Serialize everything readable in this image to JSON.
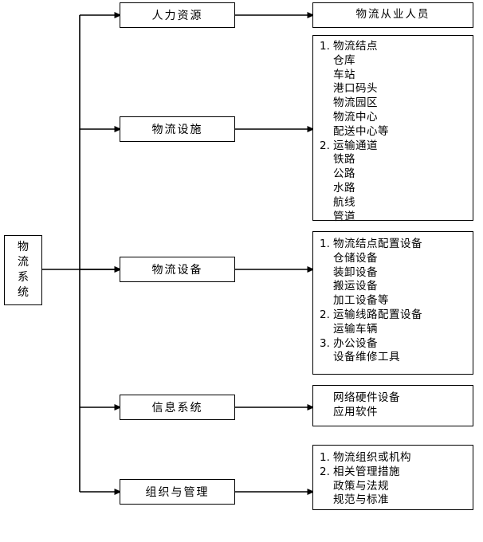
{
  "diagram": {
    "title": "物流系统",
    "root": {
      "label": "物流系统",
      "vertical_text": "物\n流\n系\n统"
    },
    "categories": [
      {
        "id": "human-resources",
        "label": "人力资源"
      },
      {
        "id": "logistics-facilities",
        "label": "物流设施"
      },
      {
        "id": "logistics-equipment",
        "label": "物流设备"
      },
      {
        "id": "information-system",
        "label": "信息系统"
      },
      {
        "id": "organization-management",
        "label": "组织与管理"
      }
    ],
    "details": {
      "human_resources": {
        "lines": [
          {
            "type": "plain",
            "text": "物流从业人员"
          }
        ]
      },
      "logistics_facilities": {
        "lines": [
          {
            "type": "numbered",
            "num": "1.",
            "text": "物流结点"
          },
          {
            "type": "sub",
            "text": "仓库"
          },
          {
            "type": "sub",
            "text": "车站"
          },
          {
            "type": "sub",
            "text": "港口码头"
          },
          {
            "type": "sub",
            "text": "物流园区"
          },
          {
            "type": "sub",
            "text": "物流中心"
          },
          {
            "type": "sub",
            "text": "配送中心等"
          },
          {
            "type": "numbered",
            "num": "2.",
            "text": "运输通道"
          },
          {
            "type": "sub",
            "text": "铁路"
          },
          {
            "type": "sub",
            "text": "公路"
          },
          {
            "type": "sub",
            "text": "水路"
          },
          {
            "type": "sub",
            "text": "航线"
          },
          {
            "type": "sub",
            "text": "管道"
          }
        ]
      },
      "logistics_equipment": {
        "lines": [
          {
            "type": "numbered",
            "num": "1.",
            "text": "物流结点配置设备"
          },
          {
            "type": "sub",
            "text": "仓储设备"
          },
          {
            "type": "sub",
            "text": "装卸设备"
          },
          {
            "type": "sub",
            "text": "搬运设备"
          },
          {
            "type": "sub",
            "text": "加工设备等"
          },
          {
            "type": "numbered",
            "num": "2.",
            "text": "运输线路配置设备"
          },
          {
            "type": "sub",
            "text": "运输车辆"
          },
          {
            "type": "numbered",
            "num": "3.",
            "text": "办公设备"
          },
          {
            "type": "sub",
            "text": "设备维修工具"
          }
        ]
      },
      "information_system": {
        "lines": [
          {
            "type": "sub",
            "text": "网络硬件设备"
          },
          {
            "type": "sub",
            "text": "应用软件"
          }
        ]
      },
      "organization_management": {
        "lines": [
          {
            "type": "numbered",
            "num": "1.",
            "text": "物流组织或机构"
          },
          {
            "type": "numbered",
            "num": "2.",
            "text": "相关管理措施"
          },
          {
            "type": "sub",
            "text": "政策与法规"
          },
          {
            "type": "sub",
            "text": "规范与标准"
          }
        ]
      }
    },
    "colors": {
      "line": "#000000",
      "box_border": "#000000",
      "background": "#ffffff",
      "text": "#000000"
    }
  }
}
